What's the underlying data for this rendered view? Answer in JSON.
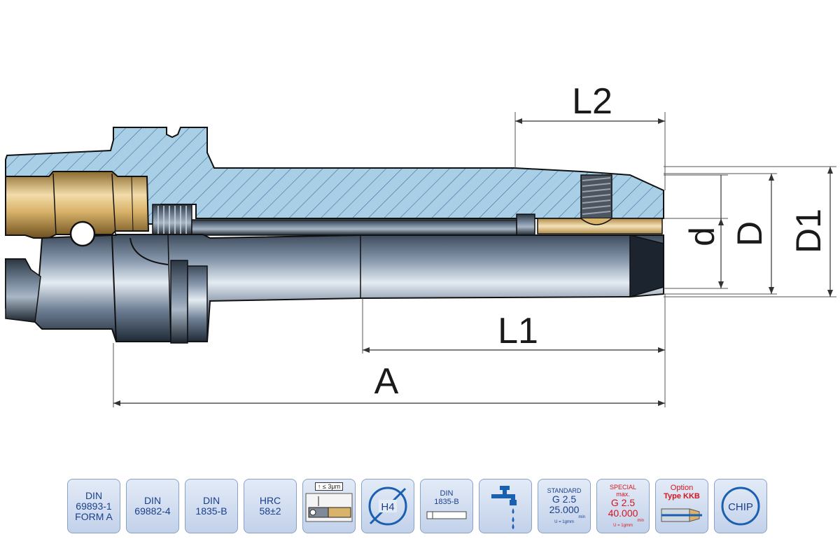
{
  "dimensions": {
    "L2": "L2",
    "L1": "L1",
    "A": "A",
    "d": "d",
    "D": "D",
    "D1": "D1"
  },
  "badges": {
    "din69893": {
      "line1": "DIN",
      "line2": "69893-1",
      "line3": "FORM A"
    },
    "din69882": {
      "line1": "DIN",
      "line2": "69882-4"
    },
    "din1835": {
      "line1": "DIN",
      "line2": "1835-B"
    },
    "hrc": {
      "line1": "HRC",
      "line2": "58±2"
    },
    "runout": {
      "label": "≤ 3µm"
    },
    "h4": {
      "label": "H4"
    },
    "din1835_shank": {
      "line1": "DIN",
      "line2": "1835-B"
    },
    "coolant": {
      "icon": "coolant-tap-icon"
    },
    "standard": {
      "title": "STANDARD",
      "grade": "G 2.5",
      "rpm": "25.000",
      "unit": "min",
      "note": "U = 1gmm"
    },
    "special": {
      "title": "SPECIAL",
      "max": "max.",
      "grade": "G 2.5",
      "rpm": "40.000",
      "unit": "min",
      "note": "U = 1gmm"
    },
    "option": {
      "line1": "Option",
      "line2": "Type KKB"
    },
    "chip": {
      "label": "CHIP"
    }
  },
  "colors": {
    "body_fill": "#a9cfe6",
    "hatch": "#3b6f9c",
    "outline": "#111111",
    "badge_text": "#1b3f8b",
    "badge_red": "#d4161e",
    "brass": "#d9b36a"
  }
}
